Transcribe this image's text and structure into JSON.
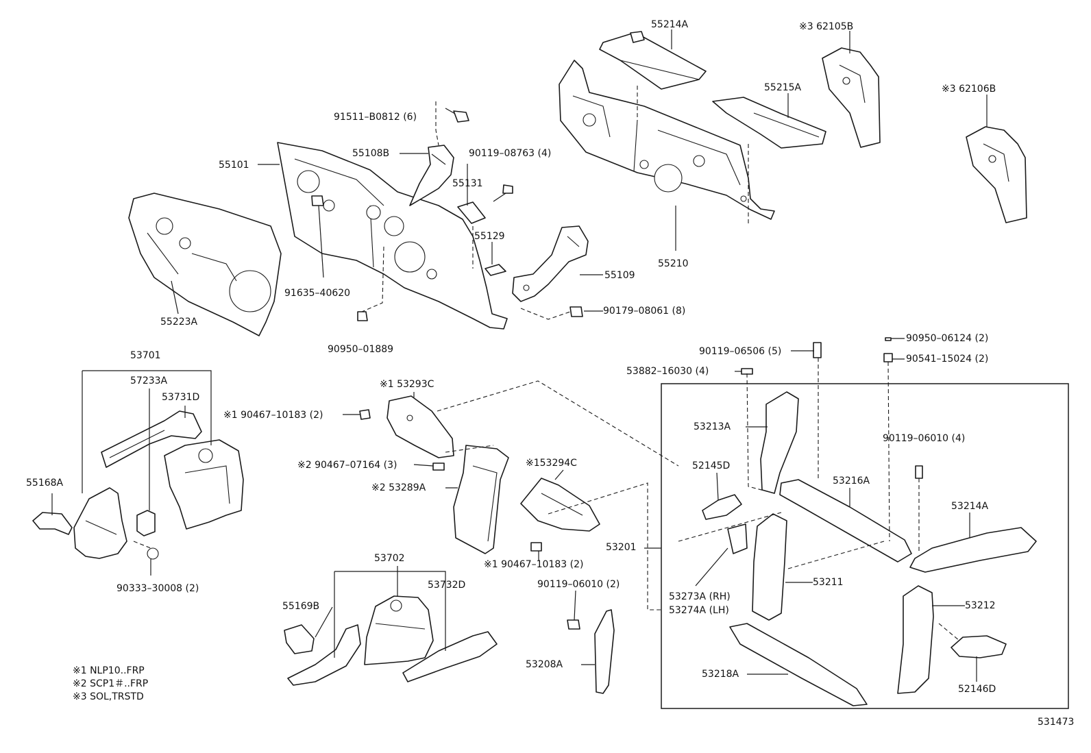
{
  "diagram_id": "531473",
  "labels": {
    "p55214A": "55214A",
    "p62105B": "※3 62105B",
    "p62106B": "※3 62106B",
    "p55215A": "55215A",
    "p91511": "91511–B0812 (6)",
    "p55108B": "55108B",
    "p90119_08763": "90119–08763 (4)",
    "p55101": "55101",
    "p55131": "55131",
    "p55129": "55129",
    "p55109": "55109",
    "p55210": "55210",
    "p91635": "91635–40620",
    "p90179": "90179–08061 (8)",
    "p55223A": "55223A",
    "p90950_01889": "90950–01889",
    "p90119_06506": "90119–06506 (5)",
    "p90950_06124": "90950–06124 (2)",
    "p90541": "90541–15024 (2)",
    "p53882": "53882–16030 (4)",
    "p53701": "53701",
    "p57233A": "57233A",
    "p53731D": "53731D",
    "p53293C": "※1 53293C",
    "p90467_10183a": "※1 90467–10183 (2)",
    "p53213A": "53213A",
    "p90119_06010a": "90119–06010 (4)",
    "p52145D": "52145D",
    "p53216A": "53216A",
    "p90467_07164": "※2 90467–07164 (3)",
    "p53294C": "※153294C",
    "p55168A": "55168A",
    "p53289A": "※2 53289A",
    "p53214A": "53214A",
    "p53201": "53201",
    "p90467_10183b": "※1 90467–10183 (2)",
    "p90333": "90333–30008 (2)",
    "p53702": "53702",
    "p53211": "53211",
    "p53732D": "53732D",
    "p90119_06010b": "90119–06010 (2)",
    "p53273A": "53273A (RH)",
    "p53274A": "53274A (LH)",
    "p53212": "53212",
    "p55169B": "55169B",
    "p53218A": "53218A",
    "p53208A": "53208A",
    "p52146D": "52146D"
  },
  "notes": [
    "※1 NLP10..FRP",
    "※2 SCP1＃..FRP",
    "※3 SOL,TRSTD"
  ]
}
